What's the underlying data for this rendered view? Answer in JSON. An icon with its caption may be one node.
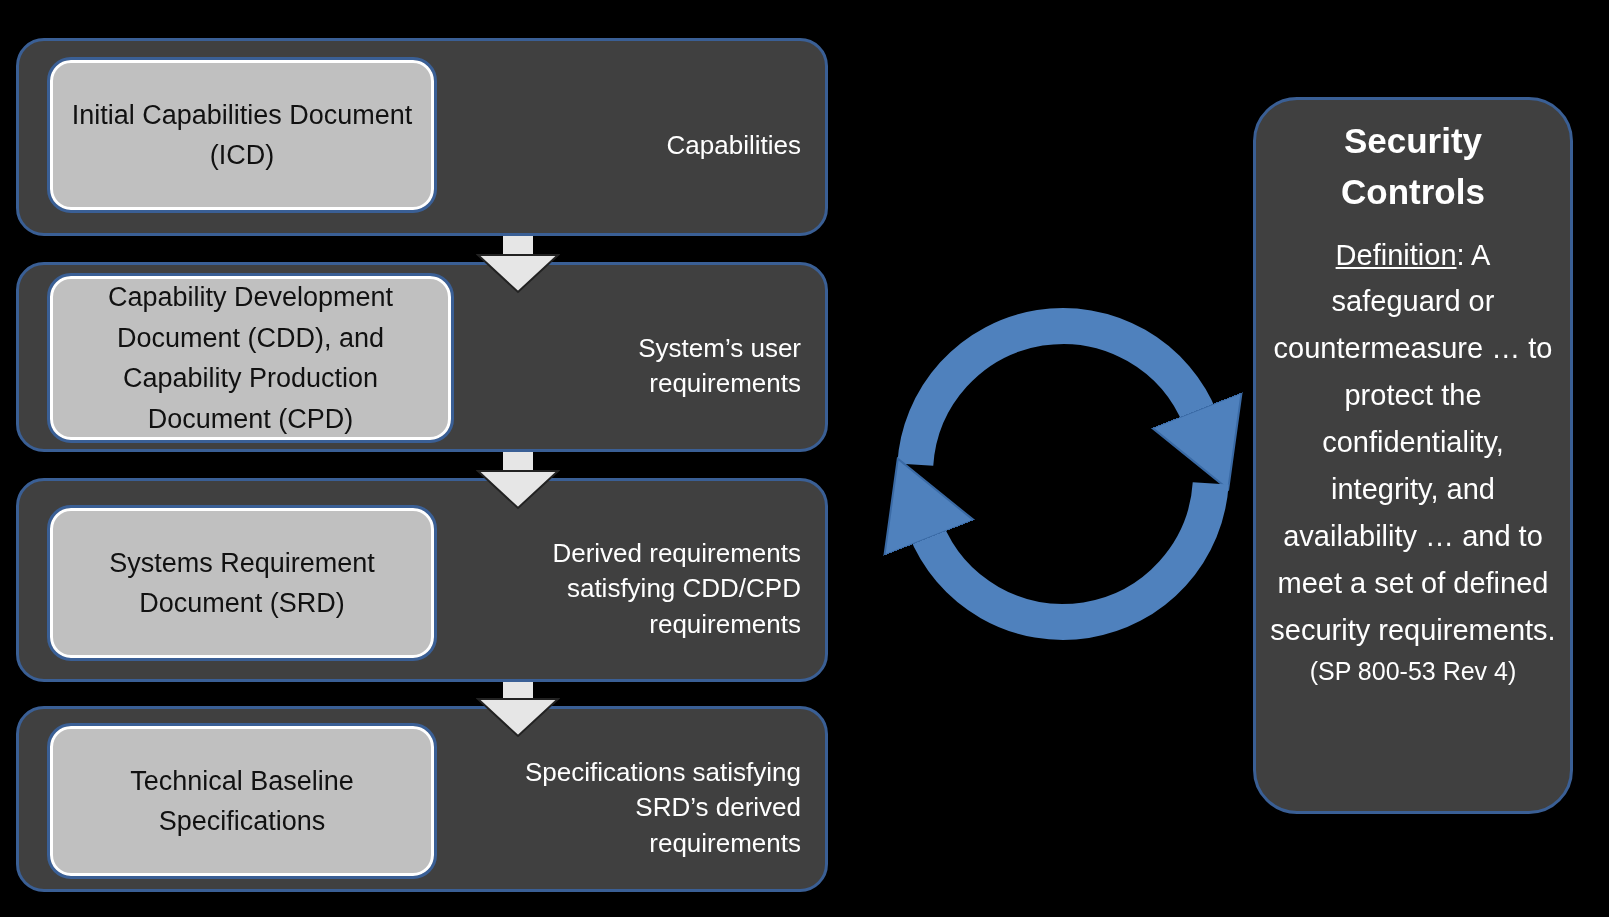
{
  "diagram": {
    "nodes": [
      {
        "text": [
          "Capabilities"
        ]
      },
      {
        "text": [
          "Initial Capabilities Document (ICD)"
        ],
        "in": 0
      },
      {
        "text": [
          "System’s user requirements"
        ]
      },
      {
        "text": [
          "Capability Development Document (CDD), and Capability Production Document (CPD)"
        ],
        "in": 2
      },
      {
        "text": [
          "Derived requirements satisfying CDD/CPD requirements"
        ]
      },
      {
        "text": [
          "Systems Requirement Document (SRD)"
        ],
        "in": 4
      },
      {
        "text": [
          "Specifications satisfying SRD’s derived requirements"
        ]
      },
      {
        "text": [
          "Technical Baseline Specifications"
        ],
        "in": 6
      },
      {
        "text": [
          "Security Controls",
          "Definition: A safeguard or countermeasure … to protect the confidentiality, integrity, and availability … and to meet a set of defined security requirements.",
          "(SP 800-53 Rev 4)"
        ]
      }
    ],
    "edges": [
      {
        "from": 0,
        "to": 2,
        "arrow": "to"
      },
      {
        "from": 2,
        "to": 4,
        "arrow": "to"
      },
      {
        "from": 4,
        "to": 6,
        "arrow": "to"
      }
    ]
  }
}
